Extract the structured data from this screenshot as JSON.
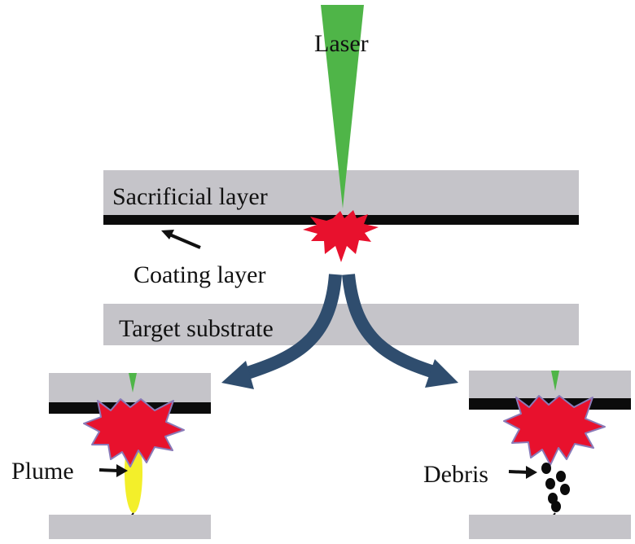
{
  "labels": {
    "laser": "Laser",
    "sacrificial_layer": "Sacrificial layer",
    "coating_layer": "Coating layer",
    "target_substrate": "Target substrate",
    "plume": "Plume",
    "debris": "Debris"
  },
  "colors": {
    "laser": "#4fb548",
    "layer_gray": "#c5c4c9",
    "coating_black": "#0b0b0b",
    "burst_red": "#e8112d",
    "burst_edge": "#8a7ab8",
    "arrow_blue": "#2f4d6e",
    "plume_yellow": "#f3ef2a",
    "text": "#111111"
  }
}
